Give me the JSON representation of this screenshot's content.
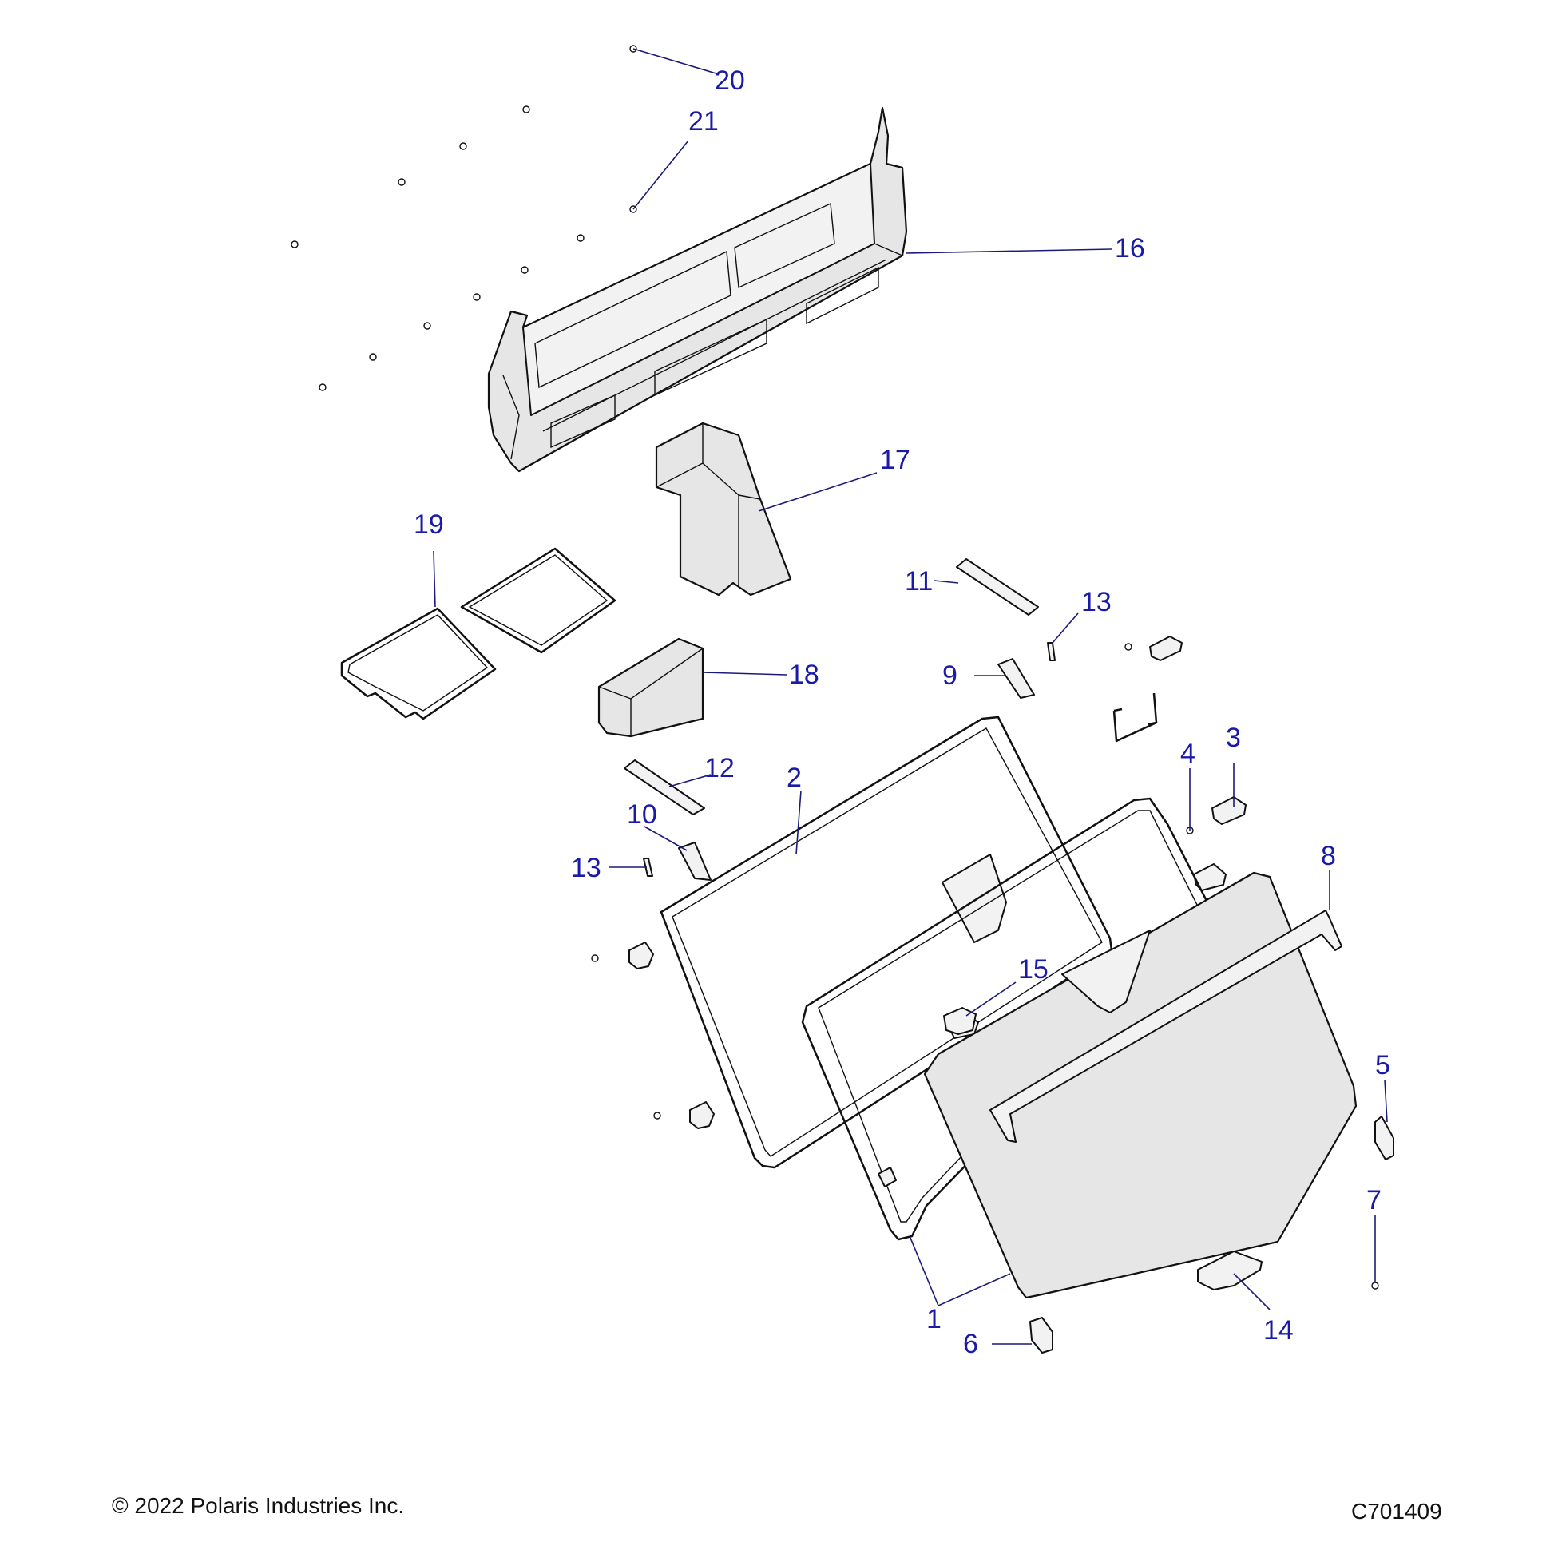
{
  "callouts": [
    "20",
    "21",
    "16",
    "17",
    "19",
    "11",
    "13",
    "18",
    "9",
    "12",
    "2",
    "4",
    "3",
    "10",
    "13",
    "8",
    "15",
    "5",
    "7",
    "1",
    "14",
    "6"
  ],
  "footer": {
    "copyright": "© 2022 Polaris Industries Inc.",
    "drawing_number": "C701409"
  }
}
